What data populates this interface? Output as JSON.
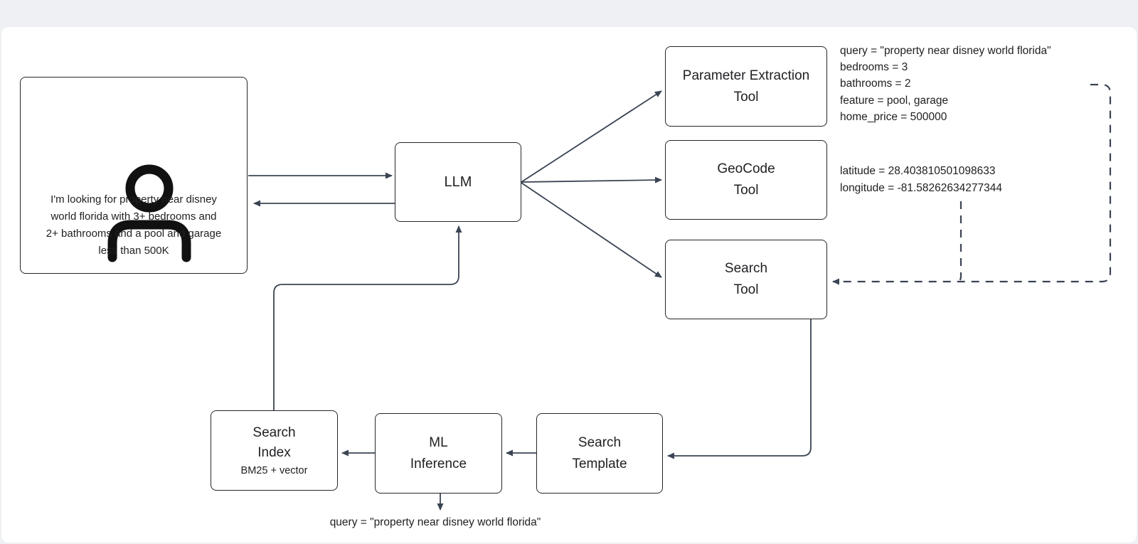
{
  "background": {
    "top_strip_color": "#eef0f3",
    "canvas_color": "#ffffff"
  },
  "colors": {
    "connector": "#3b4453",
    "box_border": "#23262b",
    "text": "#202124",
    "icon": "#111111"
  },
  "nodes": {
    "user": {
      "icon": "person-icon",
      "lines": [
        "I'm looking for property near disney",
        "world florida with 3+ bedrooms and",
        "2+ bathrooms and a pool and garage",
        "less than 500K"
      ]
    },
    "llm": {
      "label": "LLM"
    },
    "param_tool": {
      "lines": [
        "Parameter Extraction",
        "Tool"
      ]
    },
    "geocode_tool": {
      "lines": [
        "GeoCode",
        "Tool"
      ]
    },
    "search_tool": {
      "lines": [
        "Search",
        "Tool"
      ]
    },
    "search_index": {
      "lines": [
        "Search",
        "Index"
      ],
      "subtitle": "BM25 + vector"
    },
    "ml_inference": {
      "lines": [
        "ML",
        "Inference"
      ]
    },
    "search_template": {
      "lines": [
        "Search",
        "Template"
      ]
    }
  },
  "annotations": {
    "param_output": {
      "lines": [
        "query = \"property near disney world florida\"",
        "bedrooms = 3",
        "bathrooms = 2",
        "feature = pool, garage",
        "home_price = 500000"
      ]
    },
    "geocode_output": {
      "lines": [
        "latitude = 28.403810501098633",
        "longitude = -81.58262634277344"
      ]
    },
    "ml_output": {
      "text": "query = \"property near disney world florida\""
    }
  }
}
